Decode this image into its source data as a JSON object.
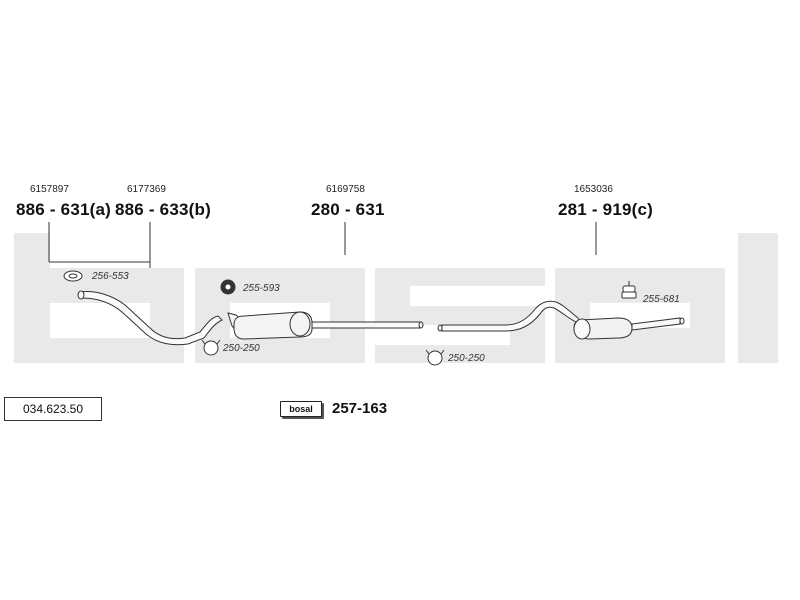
{
  "catalog_number": "034.623.50",
  "brand_watermark": "bosal",
  "kit": {
    "logo_text": "bosal",
    "part": "257-163"
  },
  "components": [
    {
      "oem": "6157897",
      "part": "886 - 631(a)"
    },
    {
      "oem": "6177369",
      "part": "886 - 633(b)"
    },
    {
      "oem": "6169758",
      "part": "280 - 631"
    },
    {
      "oem": "1653036",
      "part": "281 - 919(c)"
    }
  ],
  "small_parts": [
    {
      "part": "256-553",
      "icon": "gasket-ring-icon"
    },
    {
      "part": "255-593",
      "icon": "rubber-mount-icon"
    },
    {
      "part": "250-250",
      "icon": "clamp-icon"
    },
    {
      "part": "250-250",
      "icon": "clamp-icon"
    },
    {
      "part": "255-681",
      "icon": "rubber-hanger-icon"
    }
  ]
}
